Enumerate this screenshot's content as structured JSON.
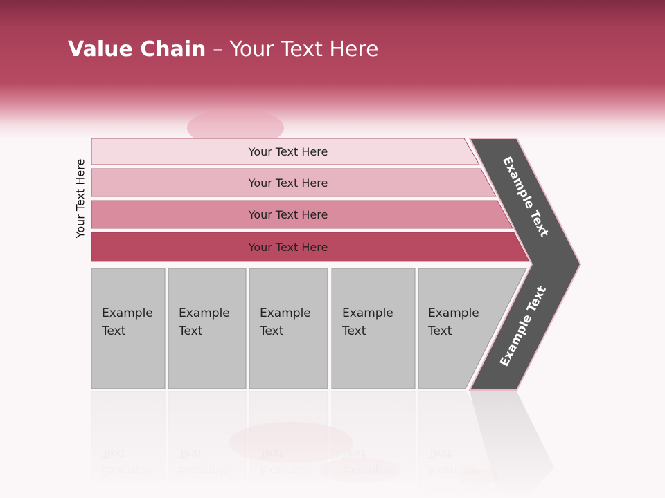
{
  "slide": {
    "title_bold": "Value Chain",
    "title_rest": " – Your Text Here",
    "side_label": "Your Text Here"
  },
  "bands": [
    {
      "label": "Your Text Here",
      "color": "#f3dbe1"
    },
    {
      "label": "Your Text Here",
      "color": "#e6b5c1"
    },
    {
      "label": "Your Text Here",
      "color": "#d98c9e"
    },
    {
      "label": "Your Text Here",
      "color": "#b84a62"
    }
  ],
  "boxes": [
    {
      "line1": "Example",
      "line2": "Text"
    },
    {
      "line1": "Example",
      "line2": "Text"
    },
    {
      "line1": "Example",
      "line2": "Text"
    },
    {
      "line1": "Example",
      "line2": "Text"
    },
    {
      "line1": "Example",
      "line2": "Text"
    }
  ],
  "chevron": {
    "upper_label": "Example Text",
    "lower_label": "Example Text",
    "color": "#595959"
  },
  "colors": {
    "box_fill": "#c2c2c2",
    "box_stroke": "#9a9a9a",
    "header": "#b74a63"
  }
}
